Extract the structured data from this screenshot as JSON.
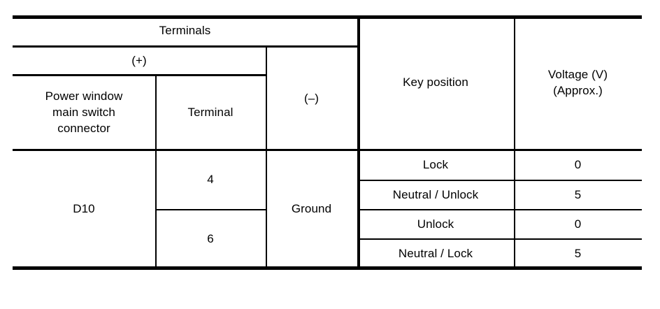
{
  "table": {
    "header": {
      "terminals_group": "Terminals",
      "plus_group": "(+)",
      "minus_group": "(–)",
      "connector_col": "Power window\nmain switch\nconnector",
      "terminal_col": "Terminal",
      "key_position_col": "Key position",
      "voltage_col": "Voltage (V)\n(Approx.)"
    },
    "columns": [
      "Power window main switch connector",
      "Terminal",
      "(–)",
      "Key position",
      "Voltage (V) (Approx.)"
    ],
    "body": {
      "connector": "D10",
      "ground": "Ground",
      "terminal_groups": [
        {
          "terminal": "4",
          "rows": 2
        },
        {
          "terminal": "6",
          "rows": 2
        }
      ],
      "rows": [
        {
          "key_position": "Lock",
          "voltage": "0"
        },
        {
          "key_position": "Neutral / Unlock",
          "voltage": "5"
        },
        {
          "key_position": "Unlock",
          "voltage": "0"
        },
        {
          "key_position": "Neutral / Lock",
          "voltage": "5"
        }
      ]
    }
  },
  "style": {
    "ink": "#000000",
    "paper": "#ffffff"
  }
}
